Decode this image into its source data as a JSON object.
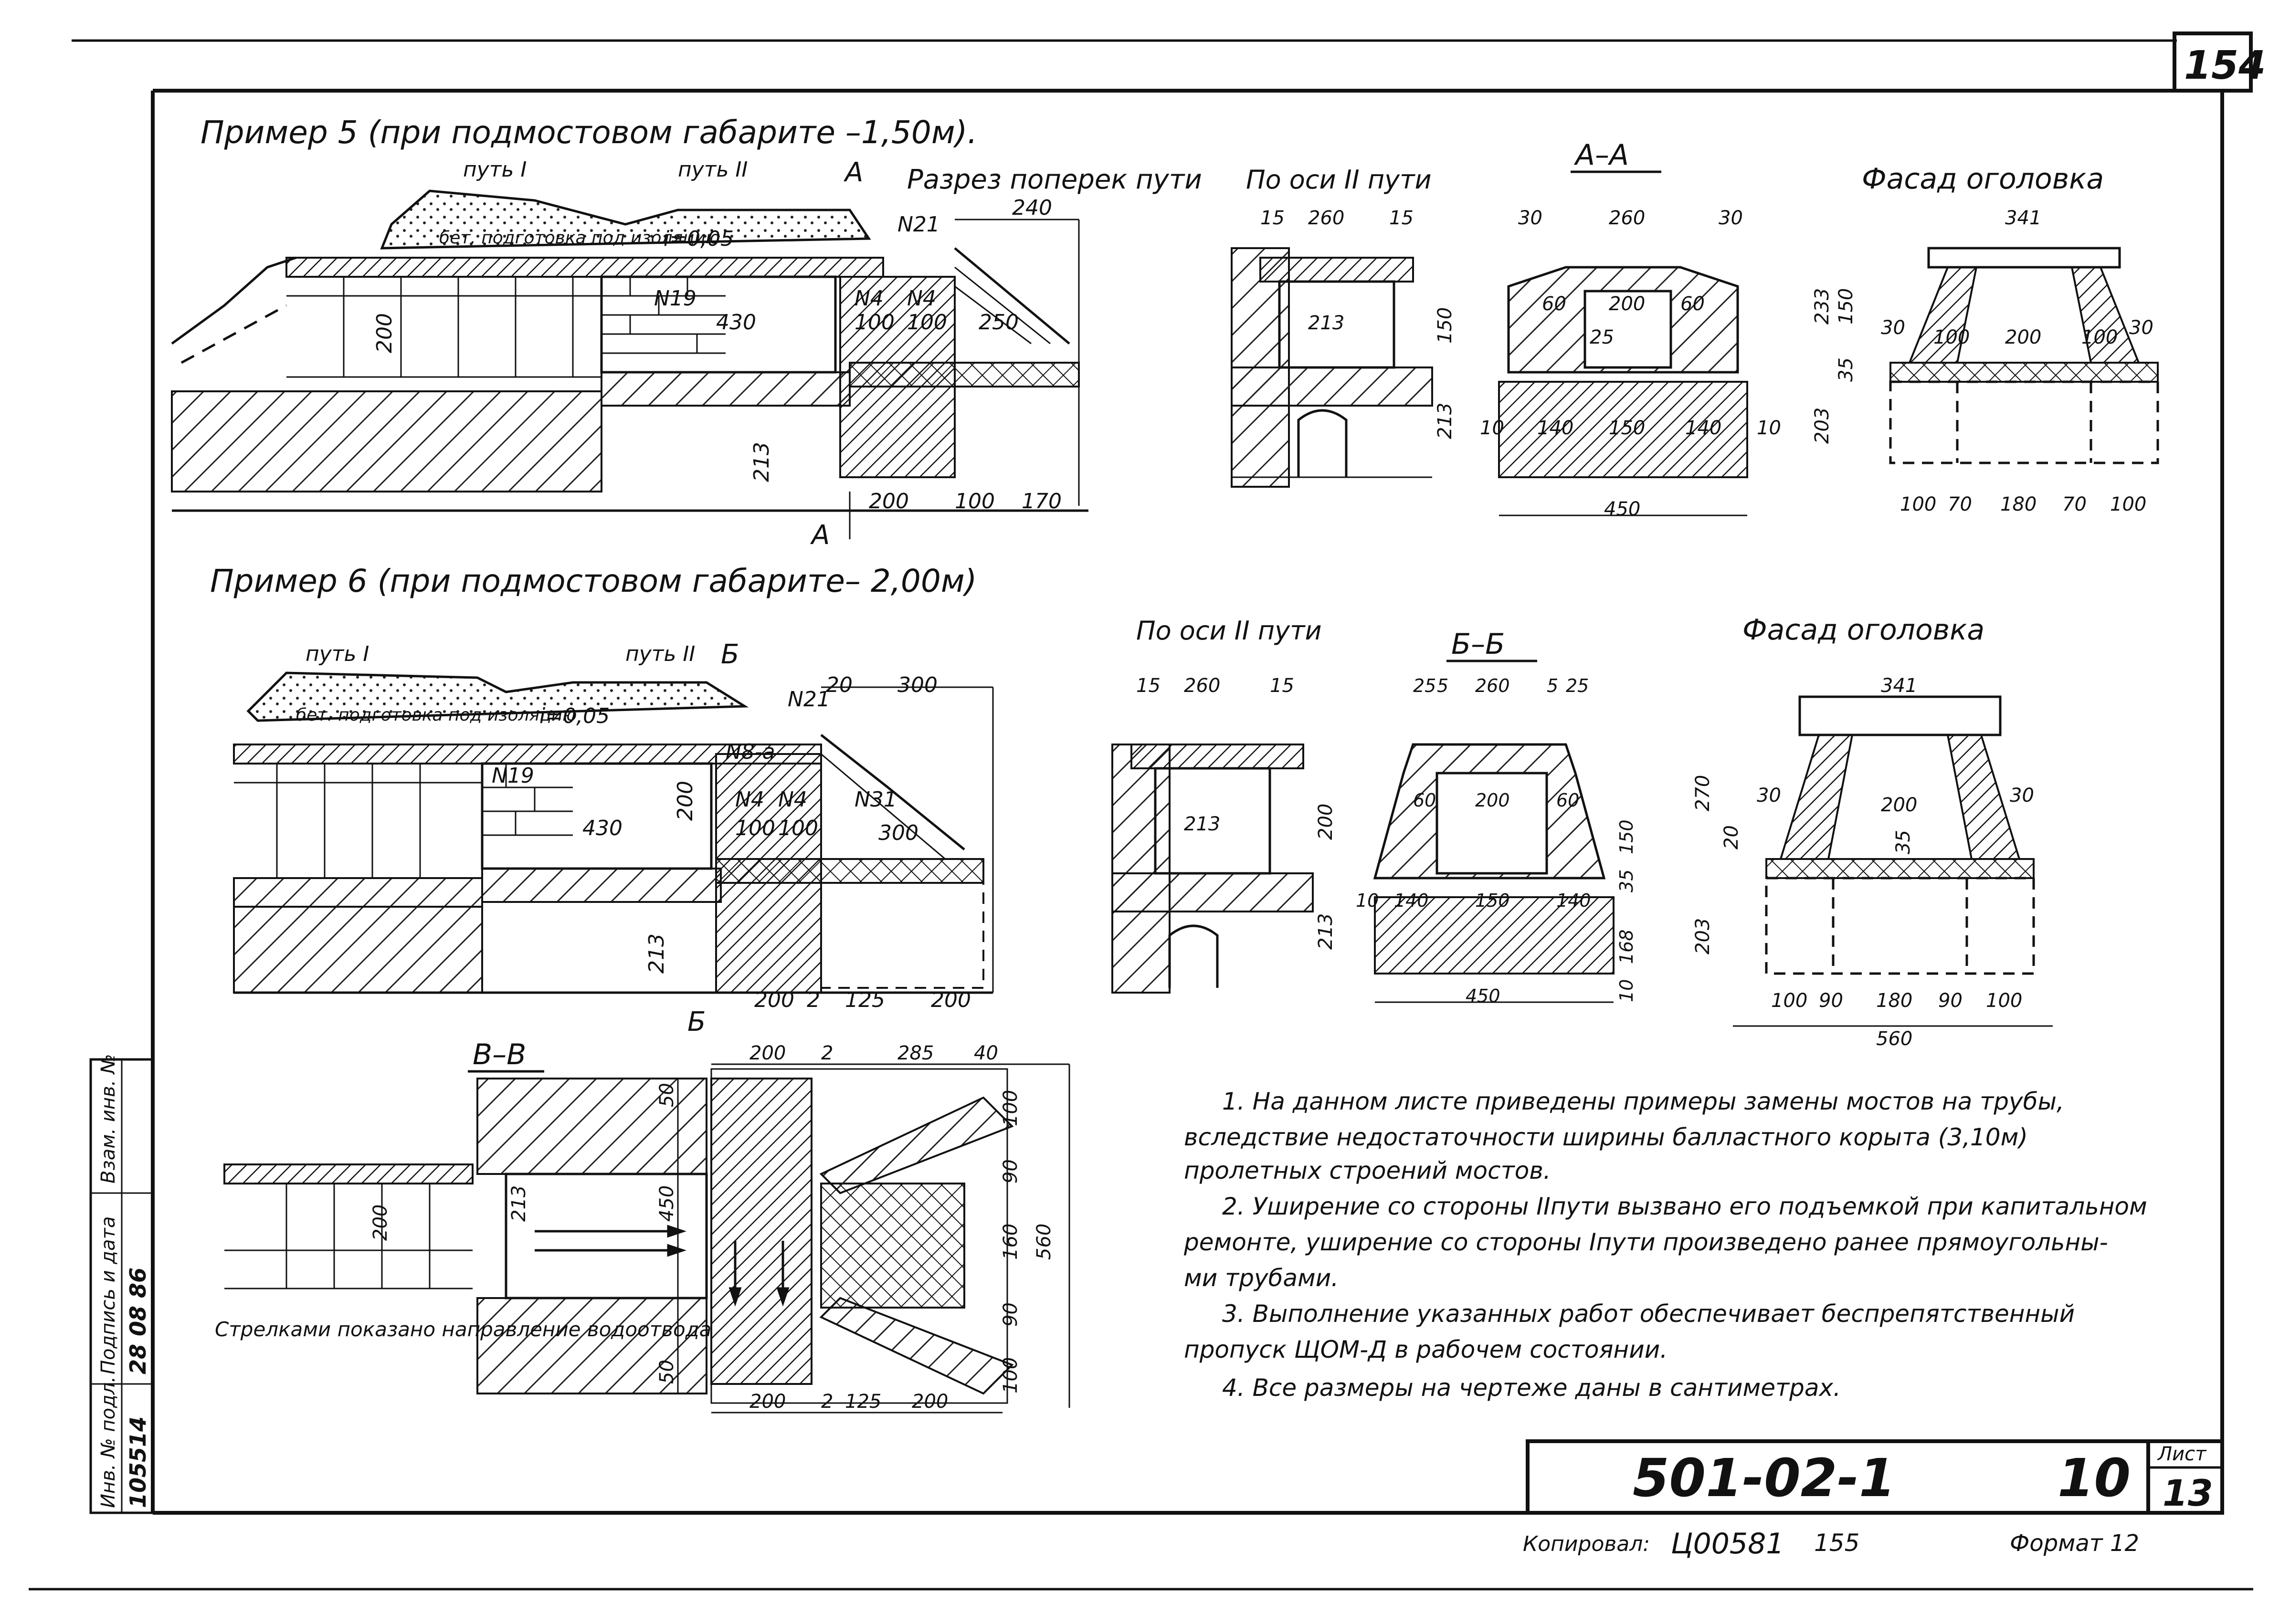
{
  "sheet": {
    "page_number": "154",
    "designation": "501-02-1",
    "album_number": "10",
    "sheet_label": "Лист",
    "sheet_number": "13",
    "copied_by_label": "Копировал:",
    "copy_code": "Ц00581",
    "copy_number": "155",
    "format_label": "Формат 12"
  },
  "side_stamp": {
    "inv_label": "Инв. № подл.",
    "inv_value": "105514",
    "signature_label": "Подпись и дата",
    "date_value": "28 08 86",
    "replace_label": "Взам. инв. №"
  },
  "example5": {
    "title": "Пример 5  (при подмостовом  габарите  –1,50м).",
    "track1": "путь I",
    "track2": "путь II",
    "concrete_note": "бет. подготовка под изоляцию",
    "slope": "i=0,05",
    "cross_section_title": "Разрез поперек пути",
    "axis_title": "По оси II пути",
    "section_aa_title": "А–А",
    "head_facade_title": "Фасад оголовка",
    "labels": [
      "N21",
      "N19",
      "N4",
      "N4",
      "430",
      "100",
      "100",
      "200",
      "213",
      "240",
      "250",
      "200",
      "100",
      "170",
      "A",
      "A"
    ],
    "axis_dims": [
      "15",
      "260",
      "15",
      "213",
      "150",
      "213"
    ],
    "aa_dims": [
      "30",
      "260",
      "30",
      "60",
      "200",
      "60",
      "25",
      "140",
      "150",
      "140",
      "450",
      "10",
      "10"
    ],
    "facade_dims": [
      "341",
      "233",
      "150",
      "30",
      "100",
      "200",
      "100",
      "30",
      "35",
      "203",
      "100",
      "70",
      "180",
      "70",
      "100"
    ]
  },
  "example6": {
    "title": "Пример 6 (при подмостовом габарите– 2,00м)",
    "track1": "путь I",
    "track2": "путь II",
    "concrete_note": "бет. подготовка под изоляцию",
    "slope": "i=0,05",
    "axis_title": "По оси II пути",
    "section_bb_title": "Б–Б",
    "head_facade_title": "Фасад оголовка",
    "labels": [
      "N21",
      "N19",
      "N8-a",
      "N4",
      "N4",
      "N31",
      "430",
      "200",
      "100",
      "100",
      "300",
      "20",
      "300",
      "213",
      "200",
      "2",
      "125",
      "200",
      "Б",
      "Б"
    ],
    "axis_dims": [
      "15",
      "260",
      "15",
      "213",
      "200",
      "213"
    ],
    "bb_dims": [
      "25",
      "5",
      "260",
      "5",
      "25",
      "60",
      "200",
      "60",
      "150",
      "35",
      "140",
      "150",
      "140",
      "450",
      "10",
      "168",
      "10"
    ],
    "facade_dims": [
      "341",
      "270",
      "30",
      "200",
      "30",
      "20",
      "35",
      "203",
      "100",
      "90",
      "180",
      "90",
      "100",
      "560"
    ]
  },
  "section_vv": {
    "title": "В–В",
    "arrows_note": "Стрелками показано направление водоотвода",
    "dims": [
      "200",
      "2",
      "285",
      "40",
      "200",
      "213",
      "450",
      "560",
      "100",
      "90",
      "160",
      "90",
      "100",
      "50",
      "50",
      "200",
      "2",
      "125",
      "200"
    ]
  },
  "notes": [
    "1. На данном листе приведены примеры замены мостов на трубы,",
    "вследствие недостаточности ширины балластного корыта (3,10м)",
    "пролетных строений мостов.",
    "2. Уширение со стороны IIпути вызвано его подъемкой при капитальном",
    "ремонте, уширение со стороны Iпути произведено ранее прямоугольны-",
    "ми трубами.",
    "3. Выполнение указанных работ обеспечивает беспрепятственный",
    "пропуск ЩОМ-Д в рабочем состоянии.",
    "4. Все размеры на чертеже даны в сантиметрах."
  ]
}
